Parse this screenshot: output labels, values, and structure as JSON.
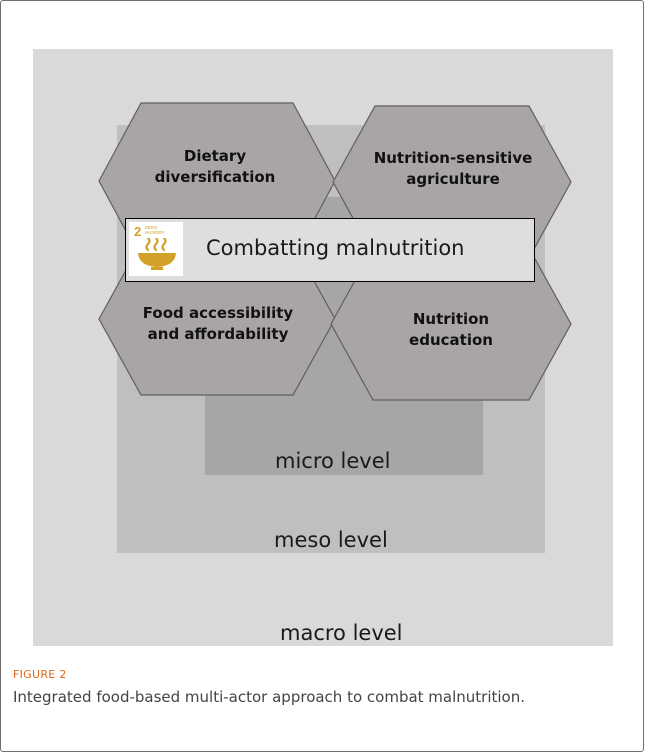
{
  "diagram": {
    "levels": {
      "micro": "micro level",
      "meso": "meso level",
      "macro": "macro level"
    },
    "hexagons": {
      "dietary": [
        "Dietary",
        "diversification"
      ],
      "agriculture": [
        "Nutrition-sensitive",
        "agriculture"
      ],
      "food": [
        "Food accessibility",
        "and affordability"
      ],
      "education": [
        "Nutrition",
        "education"
      ]
    },
    "banner": {
      "title": "Combatting malnutrition",
      "sdg_number": "2",
      "sdg_goal": [
        "ZERO",
        "HUNGER"
      ],
      "icon": "sdg-2-bowl-icon"
    }
  },
  "figure": {
    "label": "FIGURE 2",
    "caption": "Integrated food-based multi-actor approach to combat malnutrition."
  },
  "colors": {
    "macro": "#d9d9d9",
    "meso": "#bfbfbf",
    "micro": "#a6a6a6",
    "hexagon": "#aaa5a5",
    "sdg_gold": "#d3a029",
    "figure_label": "#e06a1a"
  }
}
